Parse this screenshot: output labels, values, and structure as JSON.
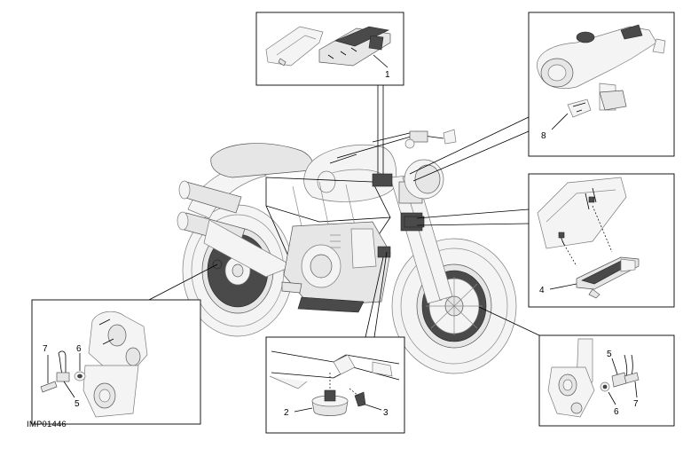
{
  "diagram": {
    "code": "IMP01446",
    "callouts": {
      "n1": "1",
      "n2": "2",
      "n3": "3",
      "n4": "4",
      "n5a": "5",
      "n5b": "5",
      "n6a": "6",
      "n6b": "6",
      "n7a": "7",
      "n7b": "7",
      "n8": "8"
    }
  },
  "colors": {
    "line": "#000000",
    "shade_light": "#f4f4f4",
    "shade_mid": "#e6e6e6",
    "shade_dark": "#4a4a4a"
  }
}
